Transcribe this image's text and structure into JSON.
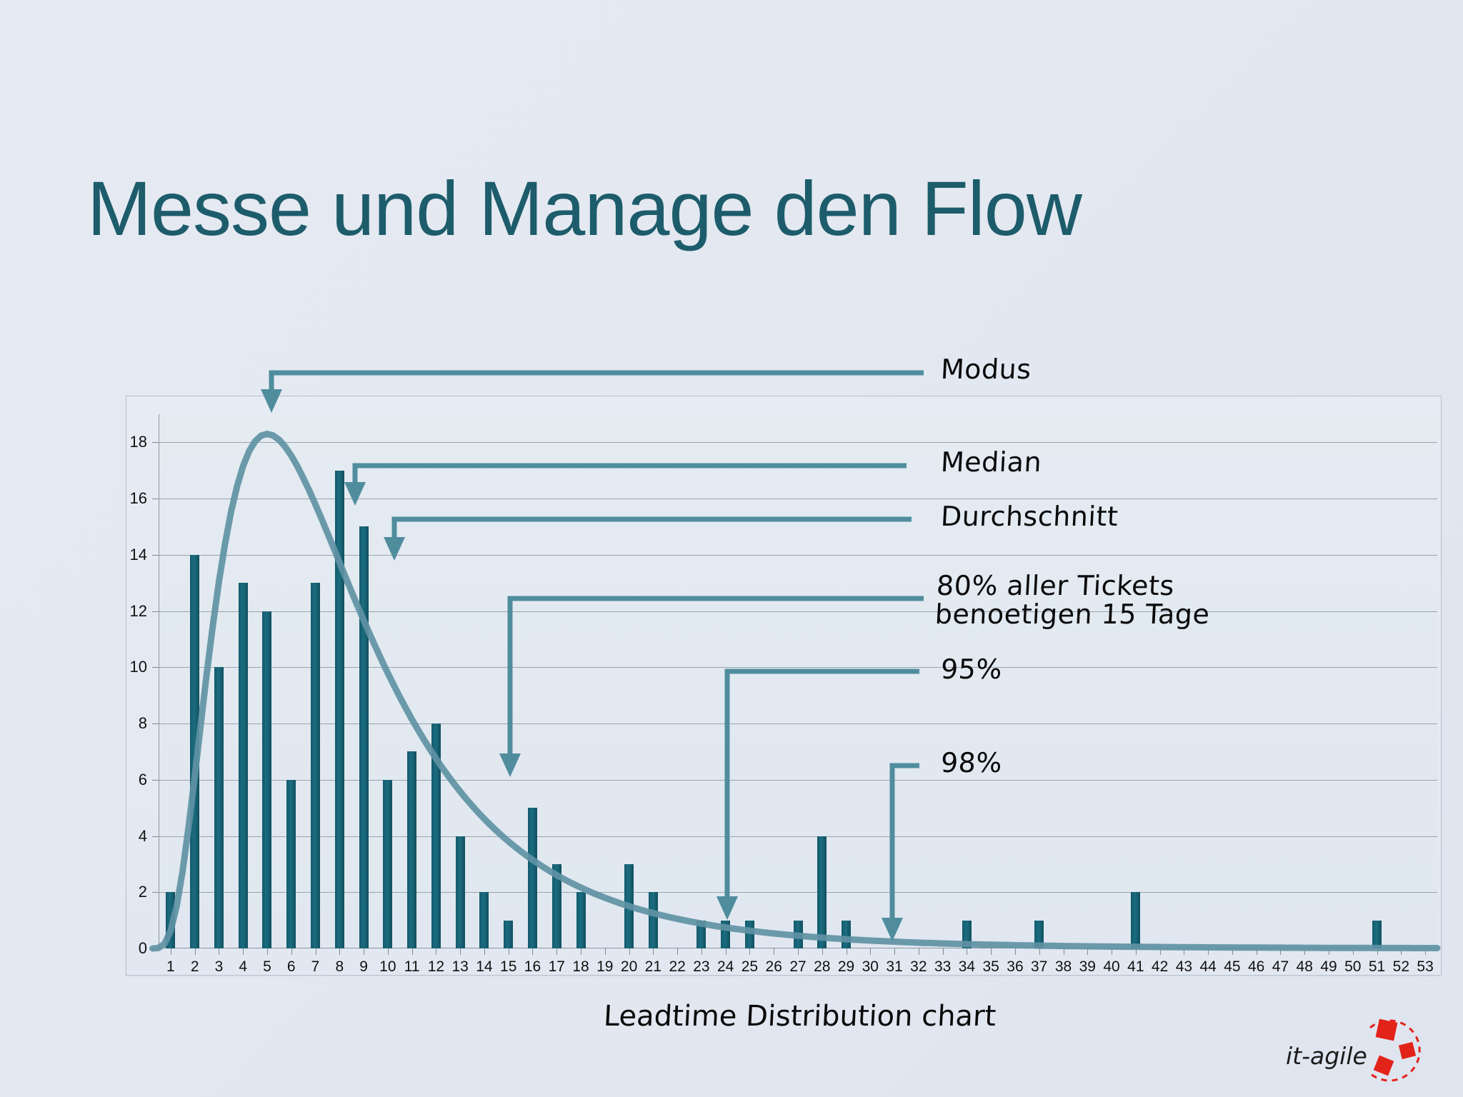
{
  "slide": {
    "title": "Messe und Manage den Flow",
    "caption": "Leadtime Distribution chart",
    "logo_text": "it-agile"
  },
  "colors": {
    "title": "#1d5c6b",
    "bar": "#145a6d",
    "curve": "#5f93a4",
    "arrow": "#4f8d9d",
    "grid": "#8d97a3",
    "background": "#e3e8f1"
  },
  "annotations": [
    {
      "id": "modus",
      "text": "Modus"
    },
    {
      "id": "median",
      "text": "Median"
    },
    {
      "id": "durchschnitt",
      "text": "Durchschnitt"
    },
    {
      "id": "p80",
      "text": "80% aller Tickets\nbenoetigen 15 Tage"
    },
    {
      "id": "p95",
      "text": "95%"
    },
    {
      "id": "p98",
      "text": "98%"
    }
  ],
  "chart_data": {
    "type": "bar",
    "title": "Leadtime Distribution chart",
    "xlabel": "",
    "ylabel": "",
    "ylim": [
      0,
      19
    ],
    "yticks": [
      0,
      2,
      4,
      6,
      8,
      10,
      12,
      14,
      16,
      18
    ],
    "grid": true,
    "legend": "none",
    "categories": [
      1,
      2,
      3,
      4,
      5,
      6,
      7,
      8,
      9,
      10,
      11,
      12,
      13,
      14,
      15,
      16,
      17,
      18,
      19,
      20,
      21,
      22,
      23,
      24,
      25,
      26,
      27,
      28,
      29,
      30,
      31,
      32,
      33,
      34,
      35,
      36,
      37,
      38,
      39,
      40,
      41,
      42,
      43,
      44,
      45,
      46,
      47,
      48,
      49,
      50,
      51,
      52,
      53
    ],
    "values": [
      2,
      14,
      10,
      13,
      12,
      6,
      13,
      17,
      15,
      6,
      7,
      8,
      4,
      2,
      1,
      5,
      3,
      2,
      0,
      3,
      2,
      0,
      1,
      1,
      1,
      0,
      1,
      4,
      1,
      0,
      0,
      0,
      0,
      1,
      0,
      0,
      1,
      0,
      0,
      0,
      2,
      0,
      0,
      0,
      0,
      0,
      0,
      0,
      0,
      0,
      1,
      0,
      0
    ],
    "overlay": {
      "name": "fitted distribution curve",
      "type": "line",
      "peak_x": 5,
      "peak_y": 18.3
    },
    "markers": {
      "modus": 5,
      "median": 9,
      "durchschnitt": 10,
      "p80": 15,
      "p95": 24,
      "p98": 30
    }
  }
}
